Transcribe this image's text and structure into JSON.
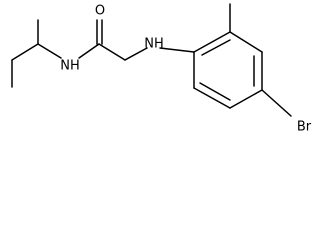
{
  "molecule": {
    "atom_labels": {
      "carbonyl_oxygen": "O",
      "amide_nitrogen": "NH",
      "amine_nitrogen": "NH",
      "bromine": "Br"
    }
  }
}
